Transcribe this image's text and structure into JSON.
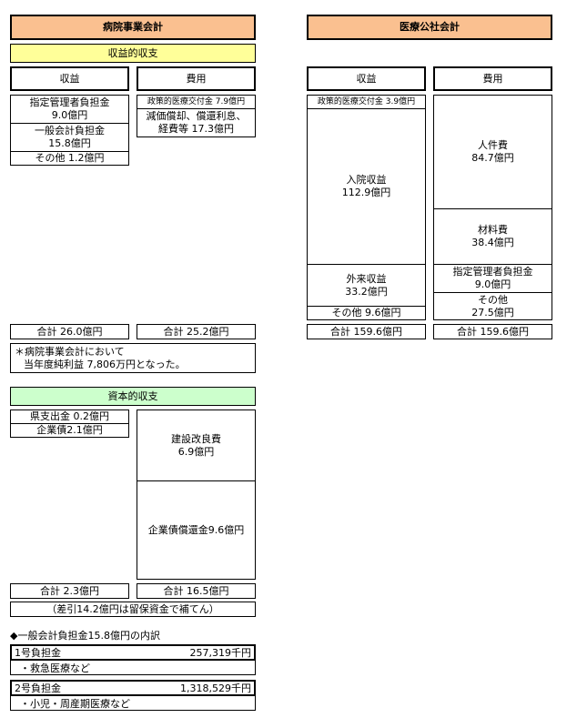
{
  "hospital": {
    "title": "病院事業会計",
    "revenue_section": "収益的収支",
    "income_header": "収益",
    "expense_header": "費用",
    "income_items": [
      {
        "label": "指定管理者負担金",
        "amount": "9.0億円"
      },
      {
        "label": "一般会計負担金",
        "amount": "15.8億円"
      },
      {
        "label": "その他 1.2億円"
      }
    ],
    "expense_items": [
      {
        "label": "政策的医療交付金  7.9億円"
      },
      {
        "label": "減価償却、償還利息、",
        "label2": "経費等  17.3億円"
      }
    ],
    "income_total": "合計 26.0億円",
    "expense_total": "合計 25.2億円",
    "note_line1": "＊病院事業会計において",
    "note_line2": "当年度純利益 7,806万円となった。",
    "capital_section": "資本的収支",
    "capital_income_items": [
      "県支出金 0.2億円",
      "企業債2.1億円"
    ],
    "capital_expense_items": [
      {
        "label": "建設改良費",
        "amount": "6.9億円"
      },
      {
        "label": "企業債償還金9.6億円"
      }
    ],
    "capital_income_total": "合計 2.3億円",
    "capital_expense_total": "合計 16.5億円",
    "capital_note": "（差引14.2億円は留保資金で補てん）"
  },
  "corp": {
    "title": "医療公社会計",
    "income_header": "収益",
    "expense_header": "費用",
    "income_items": [
      {
        "label": "政策的医療交付金  3.9億円"
      },
      {
        "label": "入院収益",
        "amount": "112.9億円"
      },
      {
        "label": "外来収益",
        "amount": "33.2億円"
      },
      {
        "label": "その他 9.6億円"
      }
    ],
    "expense_items": [
      {
        "label": "人件費",
        "amount": "84.7億円"
      },
      {
        "label": "材料費",
        "amount": "38.4億円"
      },
      {
        "label": "指定管理者負担金",
        "amount": "9.0億円"
      },
      {
        "label": "その他",
        "amount": "27.5億円"
      }
    ],
    "income_total": "合計 159.6億円",
    "expense_total": "合計 159.6億円"
  },
  "breakdown": {
    "title": "◆一般会計負担金15.8億円の内訳",
    "rows": [
      {
        "name": "1号負担金",
        "amount": "257,319千円",
        "detail": "・救急医療など"
      },
      {
        "name": "2号負担金",
        "amount": "1,318,529千円",
        "detail": "・小児・周産期医療など"
      }
    ]
  }
}
